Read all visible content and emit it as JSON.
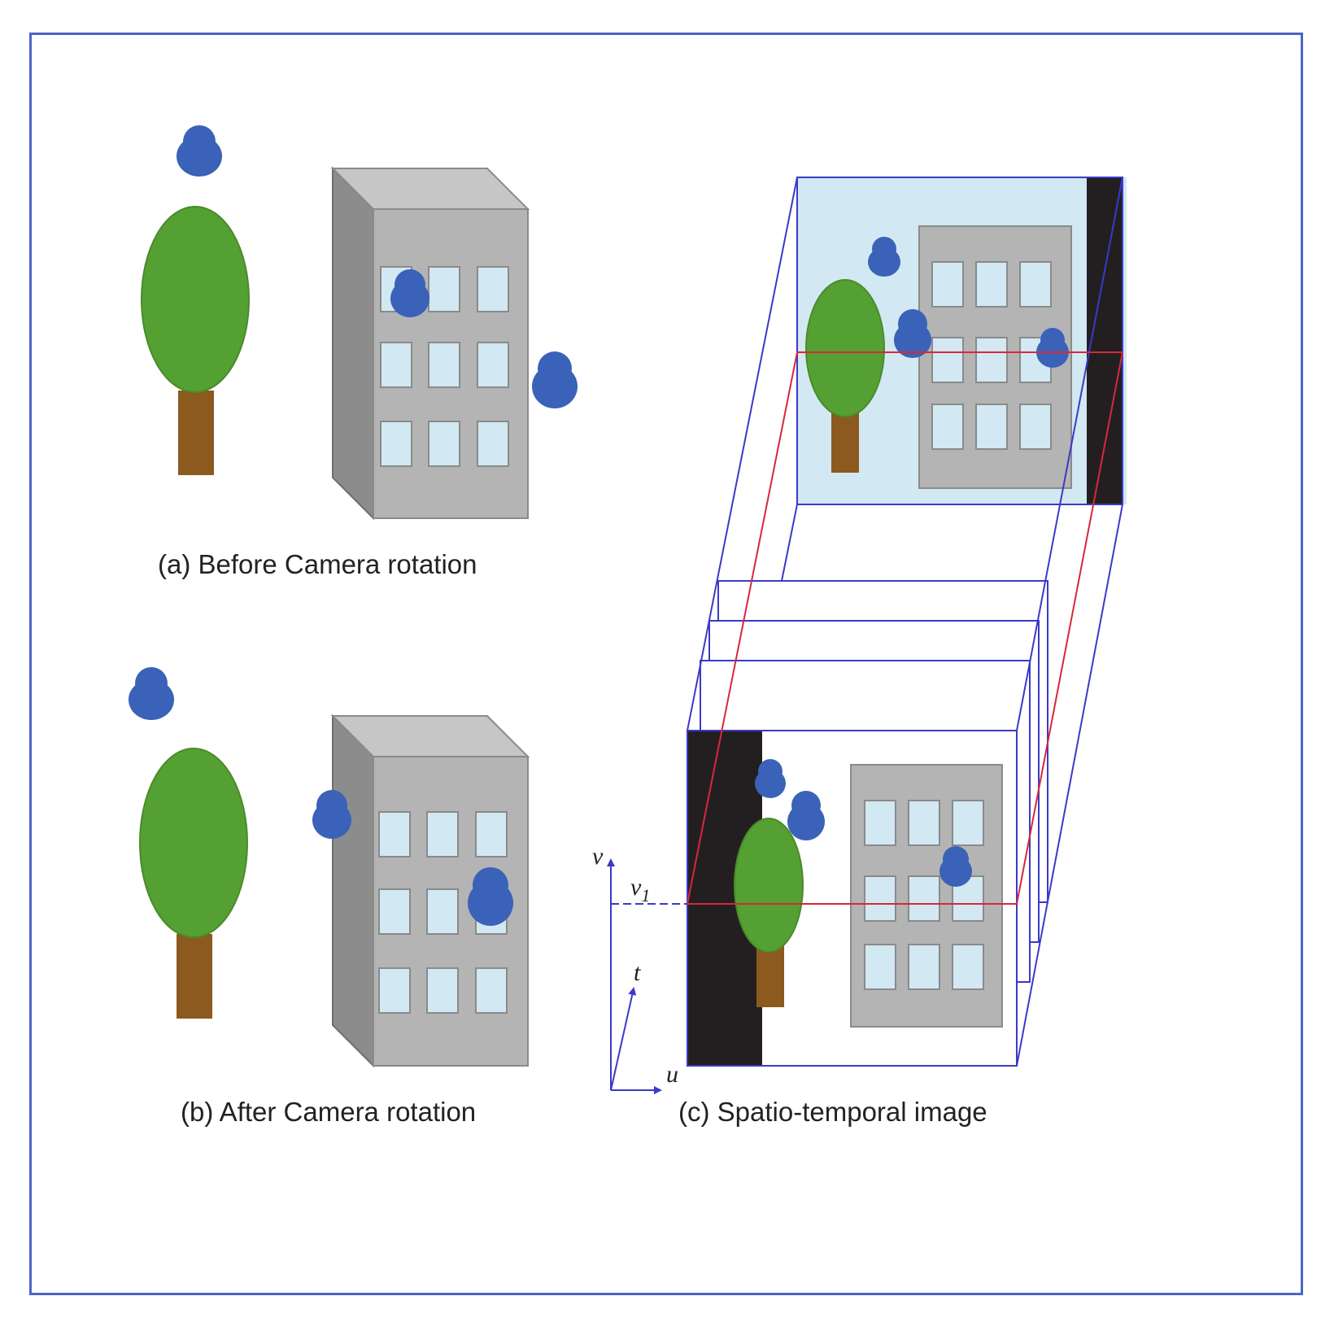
{
  "captions": {
    "a": "(a) Before Camera rotation",
    "b": "(b) After Camera rotation",
    "c": "(c) Spatio-temporal image"
  },
  "axes": {
    "v": "v",
    "v1_base": "v",
    "v1_sub": "1",
    "t": "t",
    "u": "u"
  },
  "colors": {
    "frame_border": "#4a66c4",
    "volume_edge": "#3a3ac8",
    "slice_line": "#d8283a",
    "sky": "#d2e8f2",
    "building": "#b4b4b4",
    "building_side": "#8c8c8c",
    "building_top": "#c6c6c6",
    "window": "#d2e8f2",
    "tree_crown": "#55a033",
    "tree_trunk": "#8c5a1e",
    "person": "#3a62b8",
    "dark_band": "#231f20"
  }
}
